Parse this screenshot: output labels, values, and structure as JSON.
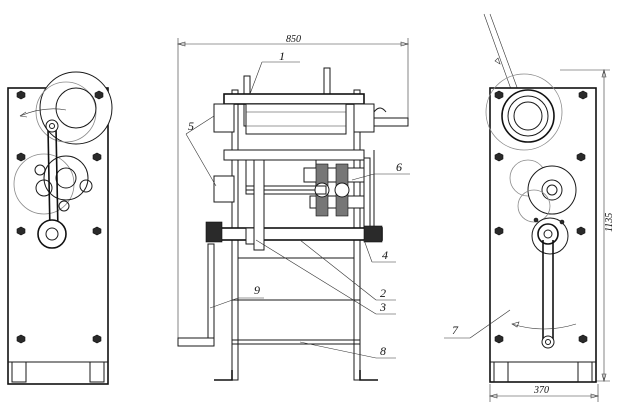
{
  "dimensions": {
    "width_total": "850",
    "height_total": "1135",
    "width_side": "370"
  },
  "labels": {
    "l1": "1",
    "l2": "2",
    "l3": "3",
    "l4": "4",
    "l5": "5",
    "l6": "6",
    "l7": "7",
    "l8": "8",
    "l9": "9"
  }
}
